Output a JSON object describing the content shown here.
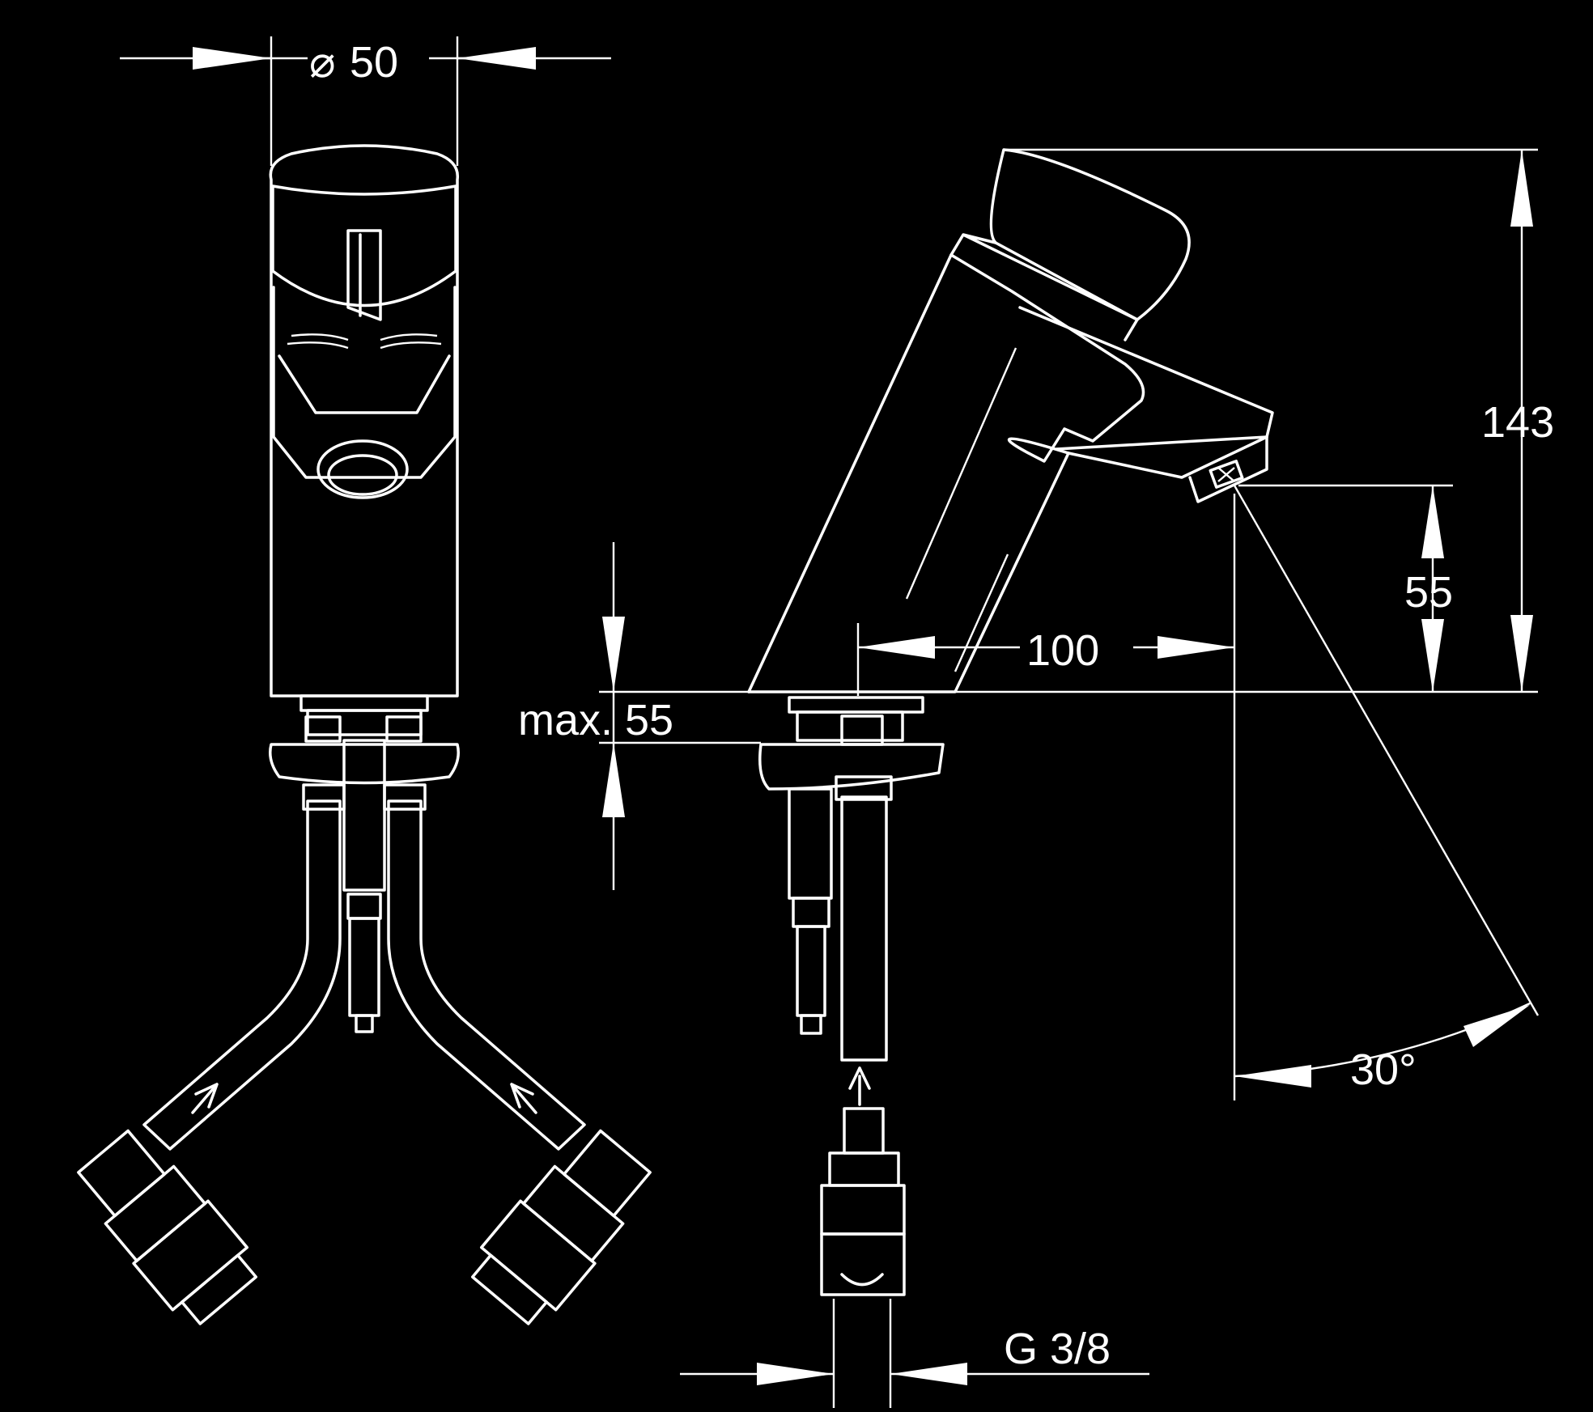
{
  "colors": {
    "background": "#000000",
    "lines": "#ffffff"
  },
  "dimensions": {
    "diameter_symbol": "⌀",
    "diameter": "50",
    "height_total": "143",
    "height_outlet": "55",
    "reach": "100",
    "deck_thickness": "max. 55",
    "angle": "30°",
    "thread": "G 3/8"
  }
}
